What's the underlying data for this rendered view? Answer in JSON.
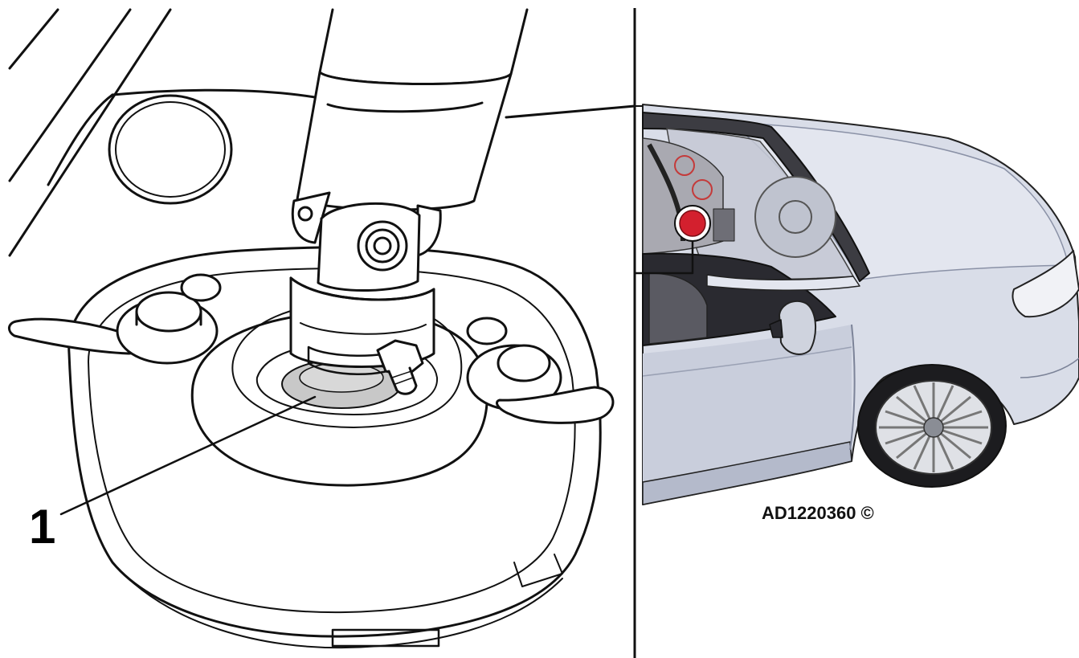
{
  "figure": {
    "callout_label": "1",
    "reference_code": "AD1220360 ©",
    "colors": {
      "ink": "#111111",
      "highlight_gray": "#c8c8c8",
      "car_body": "#d9dde8",
      "car_shadow": "#b9bfd0",
      "marker_red": "#d3202e",
      "glass": "#4a4a50"
    },
    "icons": [
      "steering-shaft-joint",
      "car-location-marker"
    ]
  }
}
